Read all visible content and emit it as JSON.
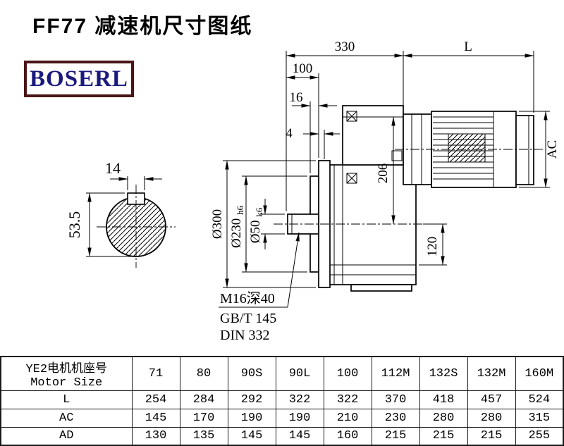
{
  "page": {
    "title": "FF77 减速机尺寸图纸"
  },
  "logo": {
    "text": "BOSERL"
  },
  "colors": {
    "line": "#000000",
    "logo-border": "#4a1616",
    "logo-text": "#1a1a7e"
  },
  "drawing": {
    "dims": {
      "overall_330": "330",
      "motor_L": "L",
      "shaft_100": "100",
      "spigot_16": "16",
      "flange_4": "4",
      "key_width_14": "14",
      "key_height_53_5": "53.5",
      "motor_AC": "AC",
      "height_206": "206",
      "flange_dia": "Ø300",
      "spigot_dia": "Ø230",
      "spigot_tol": "h6",
      "shaft_dia": "Ø50",
      "shaft_tol": "k6",
      "foot_120": "120"
    },
    "notes": {
      "tap": "M16深40",
      "std1": "GB/T 145",
      "std2": "DIN 332"
    }
  },
  "table": {
    "header": {
      "line1": "YE2电机机座号",
      "line2": "Motor Size"
    },
    "sizes": [
      "71",
      "80",
      "90S",
      "90L",
      "100",
      "112M",
      "132S",
      "132M",
      "160M"
    ],
    "rows": [
      {
        "label": "L",
        "values": [
          "254",
          "284",
          "292",
          "322",
          "322",
          "370",
          "418",
          "457",
          "524"
        ]
      },
      {
        "label": "AC",
        "values": [
          "145",
          "170",
          "190",
          "190",
          "210",
          "230",
          "280",
          "280",
          "315"
        ]
      },
      {
        "label": "AD",
        "values": [
          "130",
          "135",
          "145",
          "145",
          "160",
          "215",
          "215",
          "215",
          "255"
        ]
      }
    ]
  }
}
